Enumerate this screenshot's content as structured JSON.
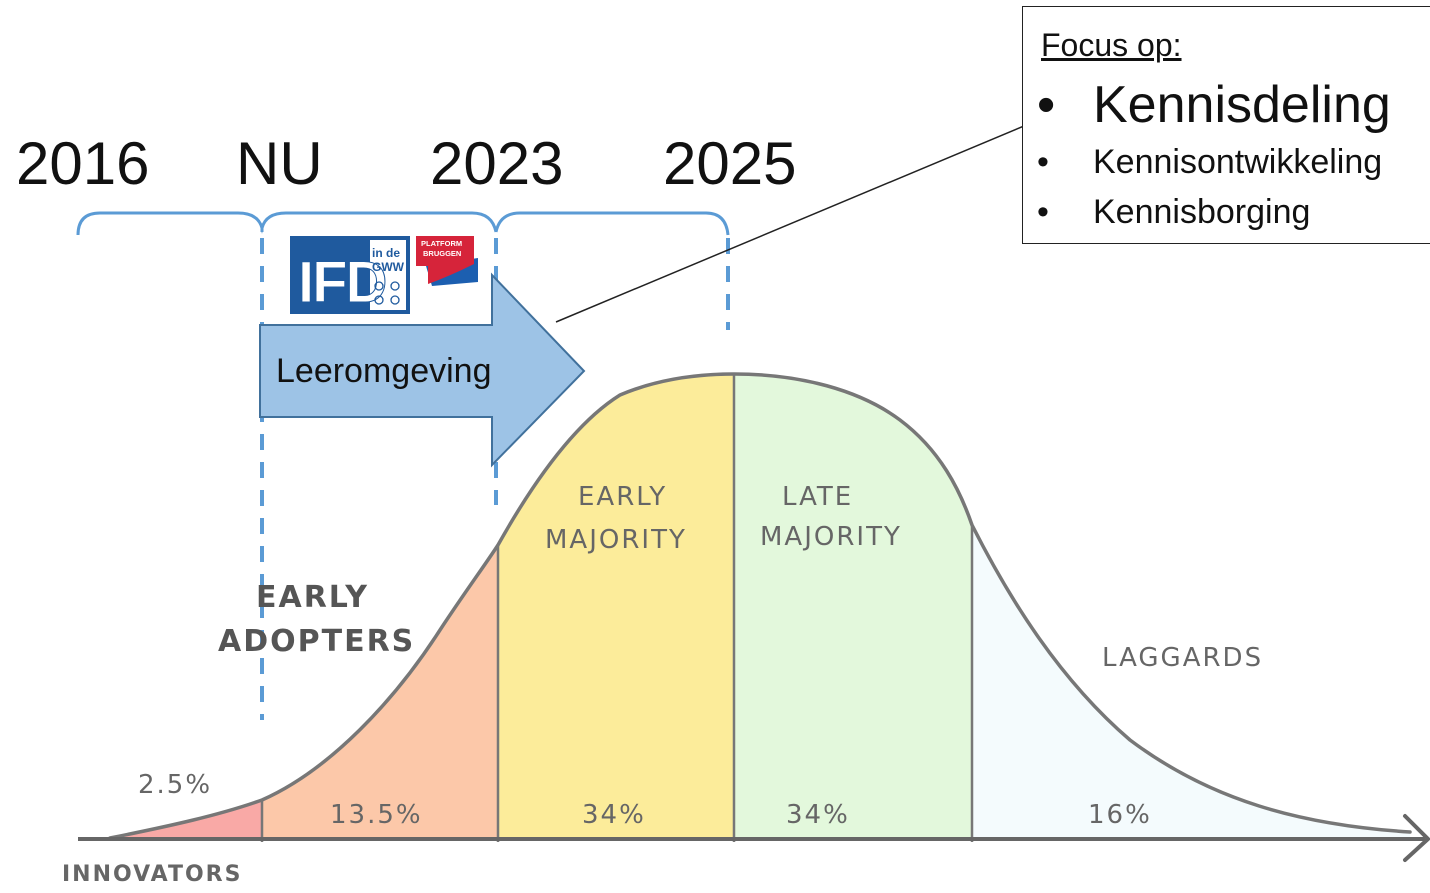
{
  "timeline": {
    "years": [
      "2016",
      "NU",
      "2023",
      "2025"
    ]
  },
  "logos": {
    "ifd": {
      "main": "IFD",
      "sub1": "in de",
      "sub2": "GWW"
    },
    "platform": {
      "line1": "PLATFORM",
      "line2": "BRUGGEN"
    }
  },
  "arrow": {
    "label": "Leeromgeving"
  },
  "focus": {
    "title": "Focus op:",
    "items": [
      "Kennisdeling",
      "Kennisontwikkeling",
      "Kennisborging"
    ]
  },
  "curve": {
    "segments": [
      {
        "label": "INNOVATORS",
        "percent": "2.5%",
        "color": "#f9a9a6"
      },
      {
        "label": "EARLY ADOPTERS",
        "label_line1": "EARLY",
        "label_line2": "ADOPTERS",
        "percent": "13.5%",
        "color": "#fcc8a9"
      },
      {
        "label": "EARLY MAJORITY",
        "label_line1": "EARLY",
        "label_line2": "MAJORITY",
        "percent": "34%",
        "color": "#fcec9a"
      },
      {
        "label": "LATE MAJORITY",
        "label_line1": "LATE",
        "label_line2": "MAJORITY",
        "percent": "34%",
        "color": "#e3f8dc"
      },
      {
        "label": "LAGGARDS",
        "percent": "16%",
        "color": "#f4fbfd"
      }
    ]
  },
  "colors": {
    "bracket": "#5b9bd5",
    "arrow_fill": "#9dc3e6",
    "arrow_stroke": "#41719c",
    "ifd_blue": "#1f5a9e",
    "platform_red": "#d6243a",
    "platform_blue": "#1c5fb0"
  }
}
